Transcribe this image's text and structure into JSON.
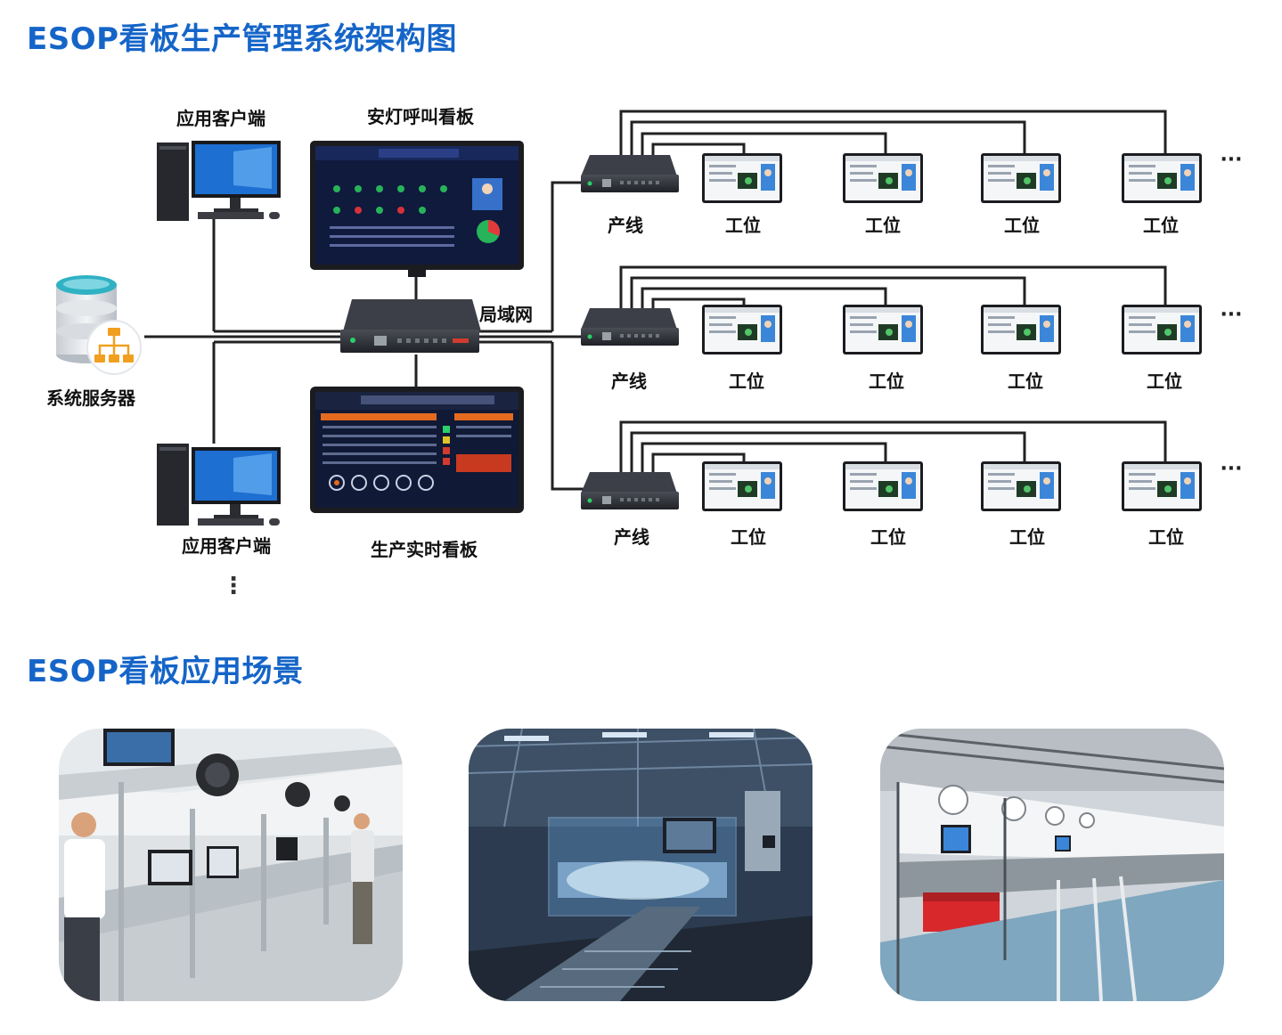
{
  "titles": {
    "architecture": "ESOP看板生产管理系统架构图",
    "scenarios": "ESOP看板应用场景"
  },
  "diagram": {
    "client_top": "应用客户端",
    "client_bottom": "应用客户端",
    "andon_board": "安灯呼叫看板",
    "realtime_board": "生产实时看板",
    "lan": "局域网",
    "server": "系统服务器",
    "line_label": "产线",
    "station_label": "工位",
    "more": "···",
    "more_vertical": "⋮"
  },
  "colors": {
    "title": "#1565c8",
    "line": "#222222",
    "screen_bg": "#0f1a3d",
    "switch": "#2b2d33"
  },
  "scenes": [
    {
      "name": "assembly-line-workers"
    },
    {
      "name": "automated-production-line"
    },
    {
      "name": "station-workbench-line"
    }
  ]
}
